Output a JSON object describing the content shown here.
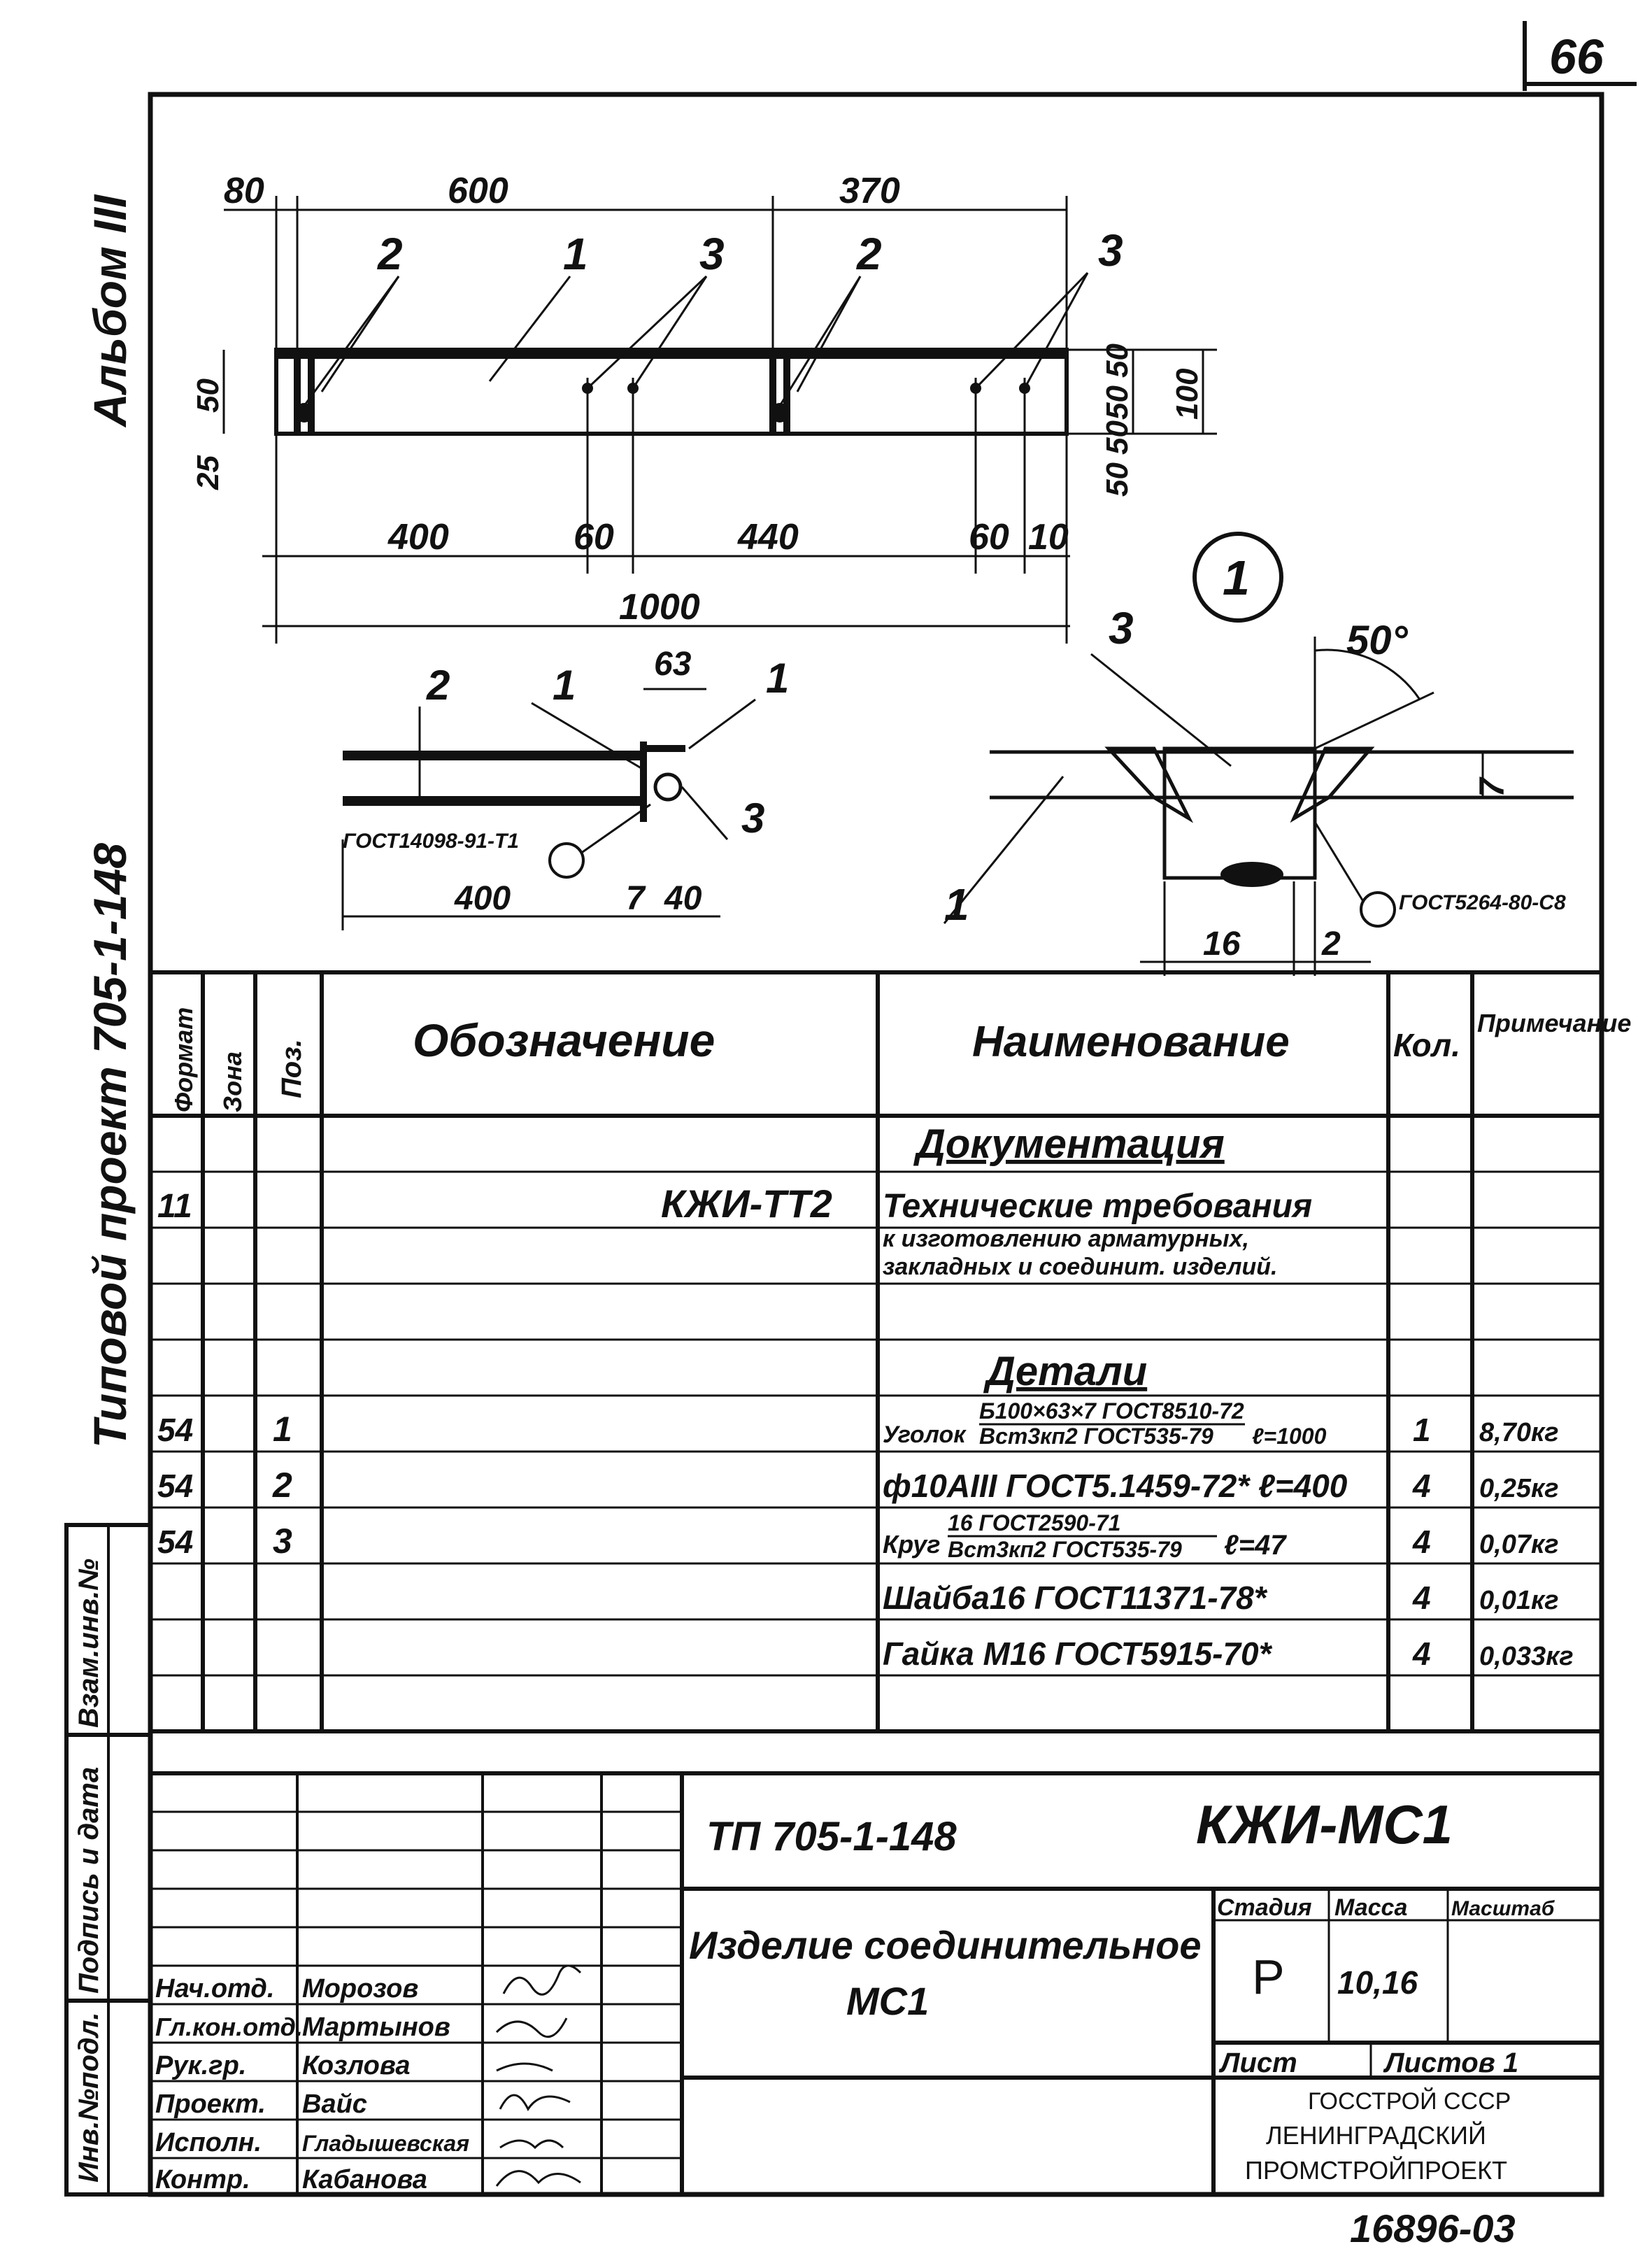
{
  "page_number": "66",
  "footer_code": "16896-03",
  "side_margin": {
    "album": "Альбом III",
    "project": "Типовой проект 705-1-148",
    "stamp_labels": [
      "Инв.№подл.",
      "Подпись и дата",
      "Взам.инв.№"
    ]
  },
  "drawing": {
    "top_dims": [
      "80",
      "600",
      "370"
    ],
    "callouts_top": [
      "2",
      "1",
      "3",
      "2",
      "3"
    ],
    "left_dims": [
      "25",
      "50"
    ],
    "right_dims": [
      "50",
      "50",
      "50",
      "50",
      "100"
    ],
    "bottom_dims": [
      "400",
      "60",
      "440",
      "60",
      "10"
    ],
    "overall_dim": "1000",
    "section_a": {
      "callouts": [
        "2",
        "1",
        "1",
        "3"
      ],
      "dim_63": "63",
      "weld_standard": "ГОСТ14098-91-Т1",
      "dims": [
        "400",
        "7",
        "40"
      ]
    },
    "section_b": {
      "marker": "1",
      "callouts": [
        "3",
        "1"
      ],
      "angle": "50°",
      "weld_standard": "ГОСТ5264-80-С8",
      "dims": [
        "7",
        "16",
        "2"
      ]
    }
  },
  "spec_table": {
    "headers": {
      "format": "Формат",
      "zone": "Зона",
      "pos": "Поз.",
      "designation": "Обозначение",
      "name": "Наименование",
      "qty": "Кол.",
      "note": "Примечание"
    },
    "section_docs": "Документация",
    "doc_row": {
      "format": "11",
      "designation": "КЖИ-ТТ2",
      "name_line1": "Технические требования",
      "name_line2": "к изготовлению арматурных,",
      "name_line3": "закладных и соединит. изделий."
    },
    "section_parts": "Детали",
    "rows": [
      {
        "format": "54",
        "pos": "1",
        "name_prefix": "Уголок",
        "name_top": "Б100×63×7 ГОСТ8510-72",
        "name_bottom": "Вст3кп2 ГОСТ535-79",
        "name_suffix": "ℓ=1000",
        "qty": "1",
        "note": "8,70кг"
      },
      {
        "format": "54",
        "pos": "2",
        "name_prefix": "",
        "name_top": "",
        "name_bottom": "",
        "name_suffix": "",
        "name_full": "ф10АIII ГОСТ5.1459-72* ℓ=400",
        "qty": "4",
        "note": "0,25кг"
      },
      {
        "format": "54",
        "pos": "3",
        "name_prefix": "Круг",
        "name_top": "16 ГОСТ2590-71",
        "name_bottom": "Вст3кп2 ГОСТ535-79",
        "name_suffix": "ℓ=47",
        "qty": "4",
        "note": "0,07кг"
      },
      {
        "format": "",
        "pos": "",
        "name_full": "Шайба16 ГОСТ11371-78*",
        "qty": "4",
        "note": "0,01кг"
      },
      {
        "format": "",
        "pos": "",
        "name_full": "Гайка М16 ГОСТ5915-70*",
        "qty": "4",
        "note": "0,033кг"
      }
    ]
  },
  "title_block": {
    "project_code": "ТП 705-1-148",
    "doc_code": "КЖИ-МС1",
    "title_line1": "Изделие соединительное",
    "title_line2": "МС1",
    "stage_label": "Стадия",
    "mass_label": "Масса",
    "scale_label": "Масштаб",
    "stage": "Р",
    "mass": "10,16",
    "sheet_label": "Лист",
    "sheets_label": "Листов 1",
    "org_line1": "ГОССТРОЙ СССР",
    "org_line2": "ЛЕНИНГРАДСКИЙ",
    "org_line3": "ПРОМСТРОЙПРОЕКТ",
    "signatures": [
      {
        "role": "Нач.отд.",
        "name": "Морозов"
      },
      {
        "role": "Гл.кон.отд.",
        "name": "Мартынов"
      },
      {
        "role": "Рук.гр.",
        "name": "Козлова"
      },
      {
        "role": "Проект.",
        "name": "Вайс"
      },
      {
        "role": "Исполн.",
        "name": "Гладышевская"
      },
      {
        "role": "Контр.",
        "name": "Кабанова"
      }
    ]
  }
}
